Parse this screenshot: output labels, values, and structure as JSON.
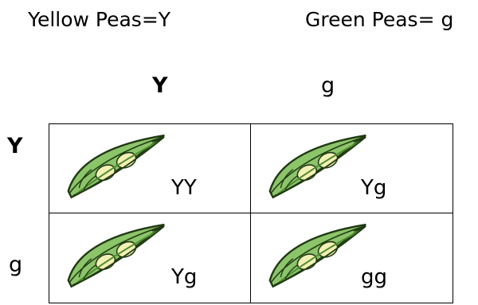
{
  "legend": {
    "yellow": "Yellow Peas=Y",
    "green": "Green Peas= g"
  },
  "headers": {
    "col1": "Y",
    "col2": "g",
    "row1": "Y",
    "row2": "g"
  },
  "cells": [
    "YY",
    "Yg",
    "Yg",
    "gg"
  ],
  "colors": {
    "pod_fill": "#8cc46a",
    "pod_outline": "#1f3a12",
    "pea_fill": "#f3f0b4"
  }
}
